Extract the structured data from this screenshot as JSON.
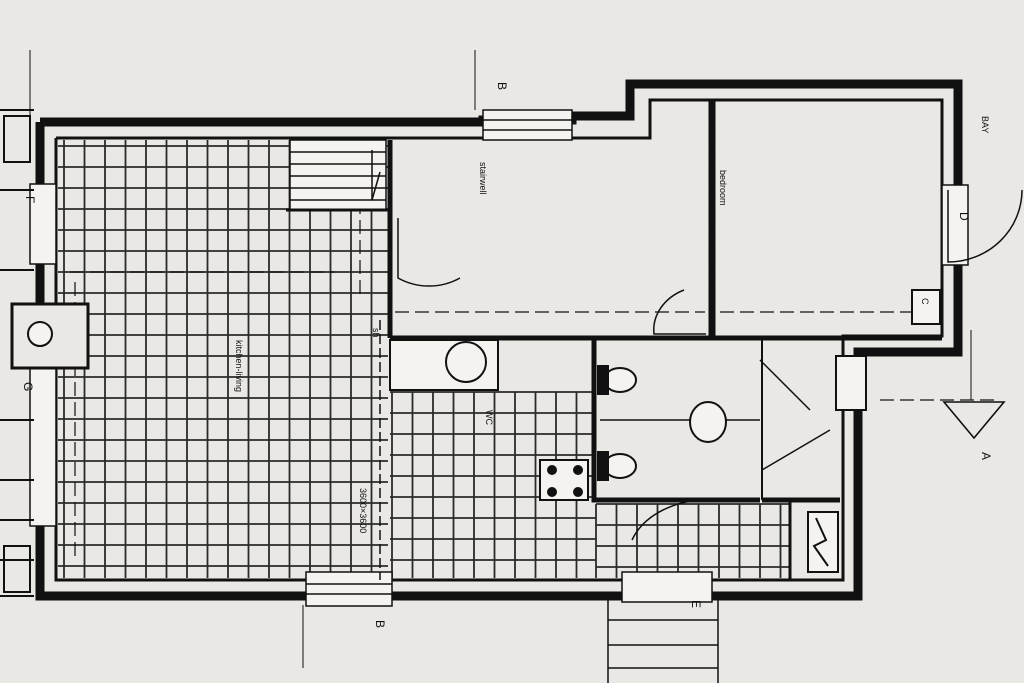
{
  "labels": {
    "room_left": "kitchen-living",
    "room_mid": "stairwell",
    "room_right": "bedroom",
    "wc": "WC",
    "dimension": "3600×3600",
    "shaft": "sh"
  },
  "section_markers": {
    "b_top": "B",
    "b_bottom": "B",
    "a": "A",
    "c": "C",
    "d": "D",
    "e": "E",
    "f": "F",
    "g": "G",
    "bay": "BAY"
  },
  "colors": {
    "paper": "#e9e8e4",
    "ink": "#111111",
    "grid": "#2a2a2a",
    "light": "#f4f3ef"
  }
}
